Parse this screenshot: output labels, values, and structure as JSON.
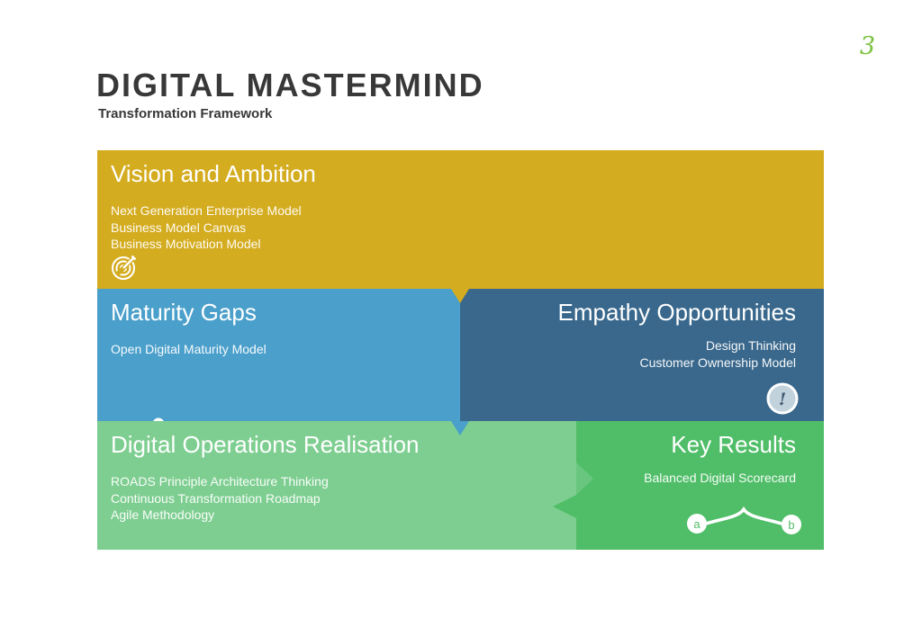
{
  "page_number": "3",
  "header": {
    "title": "DIGITAL MASTERMIND",
    "subtitle": "Transformation Framework"
  },
  "blocks": {
    "vision": {
      "title": "Vision and Ambition",
      "items": [
        "Next Generation Enterprise Model",
        "Business Model Canvas",
        "Business Motivation Model"
      ],
      "icon": "target-icon"
    },
    "maturity": {
      "title": "Maturity Gaps",
      "items": [
        "Open Digital Maturity Model"
      ],
      "icon": "slider-icon"
    },
    "empathy": {
      "title": "Empathy Opportunities",
      "items": [
        "Design Thinking",
        "Customer Ownership Model"
      ],
      "icon": "exclamation-icon",
      "icon_glyph": "!"
    },
    "operations": {
      "title": "Digital Operations Realisation",
      "items": [
        "ROADS Principle Architecture Thinking",
        "Continuous Transformation Roadmap",
        "Agile Methodology"
      ]
    },
    "results": {
      "title": "Key Results",
      "items": [
        "Balanced Digital Scorecard"
      ],
      "icon": "a-b-connector-icon",
      "icon_labels": [
        "a",
        "b"
      ]
    }
  },
  "colors": {
    "gold": "#D4AC20",
    "light-blue": "#4A9FCB",
    "dark-blue": "#39688C",
    "light-green": "#7ECE91",
    "mid-green": "#69C67E",
    "dark-green": "#50BE68",
    "page-num": "#7DC242",
    "title-text": "#383838",
    "exclaim-fill": "#C2D2DD",
    "exclaim-glyph": "#3F5A70"
  }
}
